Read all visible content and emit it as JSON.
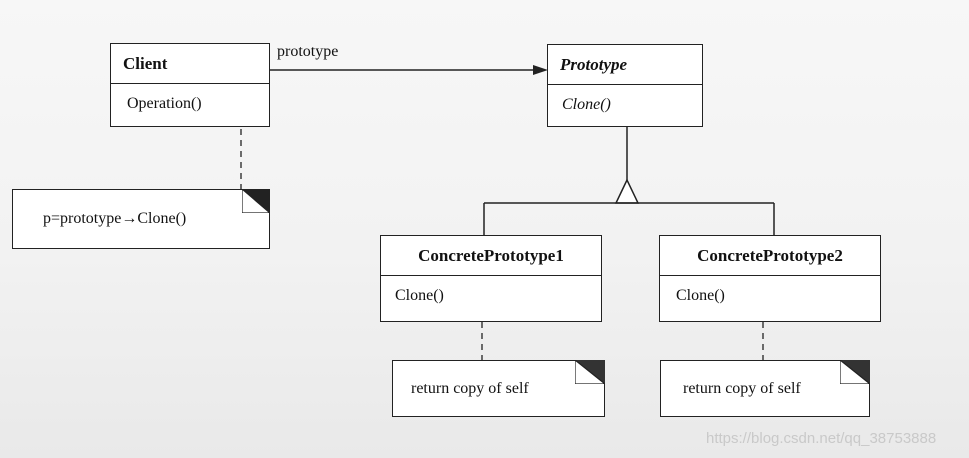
{
  "client": {
    "name": "Client",
    "operation": "Operation()"
  },
  "association_label": "prototype",
  "prototype": {
    "name": "Prototype",
    "operation": "Clone()"
  },
  "concrete1": {
    "name": "ConcretePrototype1",
    "operation": "Clone()"
  },
  "concrete2": {
    "name": "ConcretePrototype2",
    "operation": "Clone()"
  },
  "notes": {
    "client_note": "p=prototype→Clone()",
    "concrete1_note": "return copy of self",
    "concrete2_note": "return copy of self"
  },
  "watermark": "https://blog.csdn.net/qq_38753888"
}
